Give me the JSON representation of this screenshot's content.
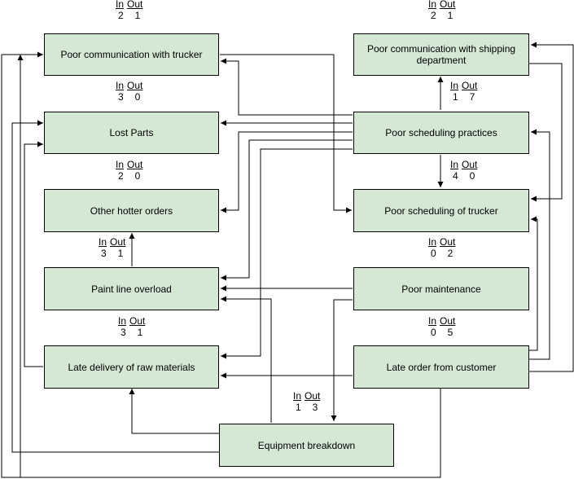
{
  "labels": {
    "in": "In",
    "out": "Out"
  },
  "nodes": {
    "trucker": {
      "label": "Poor communication with trucker",
      "in": "2",
      "out": "1"
    },
    "shipping": {
      "label": "Poor communication with shipping department",
      "in": "2",
      "out": "1"
    },
    "lost": {
      "label": "Lost Parts",
      "in": "3",
      "out": "0"
    },
    "scheduling": {
      "label": "Poor scheduling practices",
      "in": "1",
      "out": "7"
    },
    "hotter": {
      "label": "Other hotter orders",
      "in": "2",
      "out": "0"
    },
    "sched_trucker": {
      "label": "Poor scheduling of trucker",
      "in": "4",
      "out": "0"
    },
    "paint": {
      "label": "Paint line overload",
      "in": "3",
      "out": "1"
    },
    "maintenance": {
      "label": "Poor maintenance",
      "in": "0",
      "out": "2"
    },
    "late_raw": {
      "label": "Late delivery of raw materials",
      "in": "3",
      "out": "1"
    },
    "late_order": {
      "label": "Late order from customer",
      "in": "0",
      "out": "5"
    },
    "equipment": {
      "label": "Equipment breakdown",
      "in": "1",
      "out": "3"
    }
  }
}
